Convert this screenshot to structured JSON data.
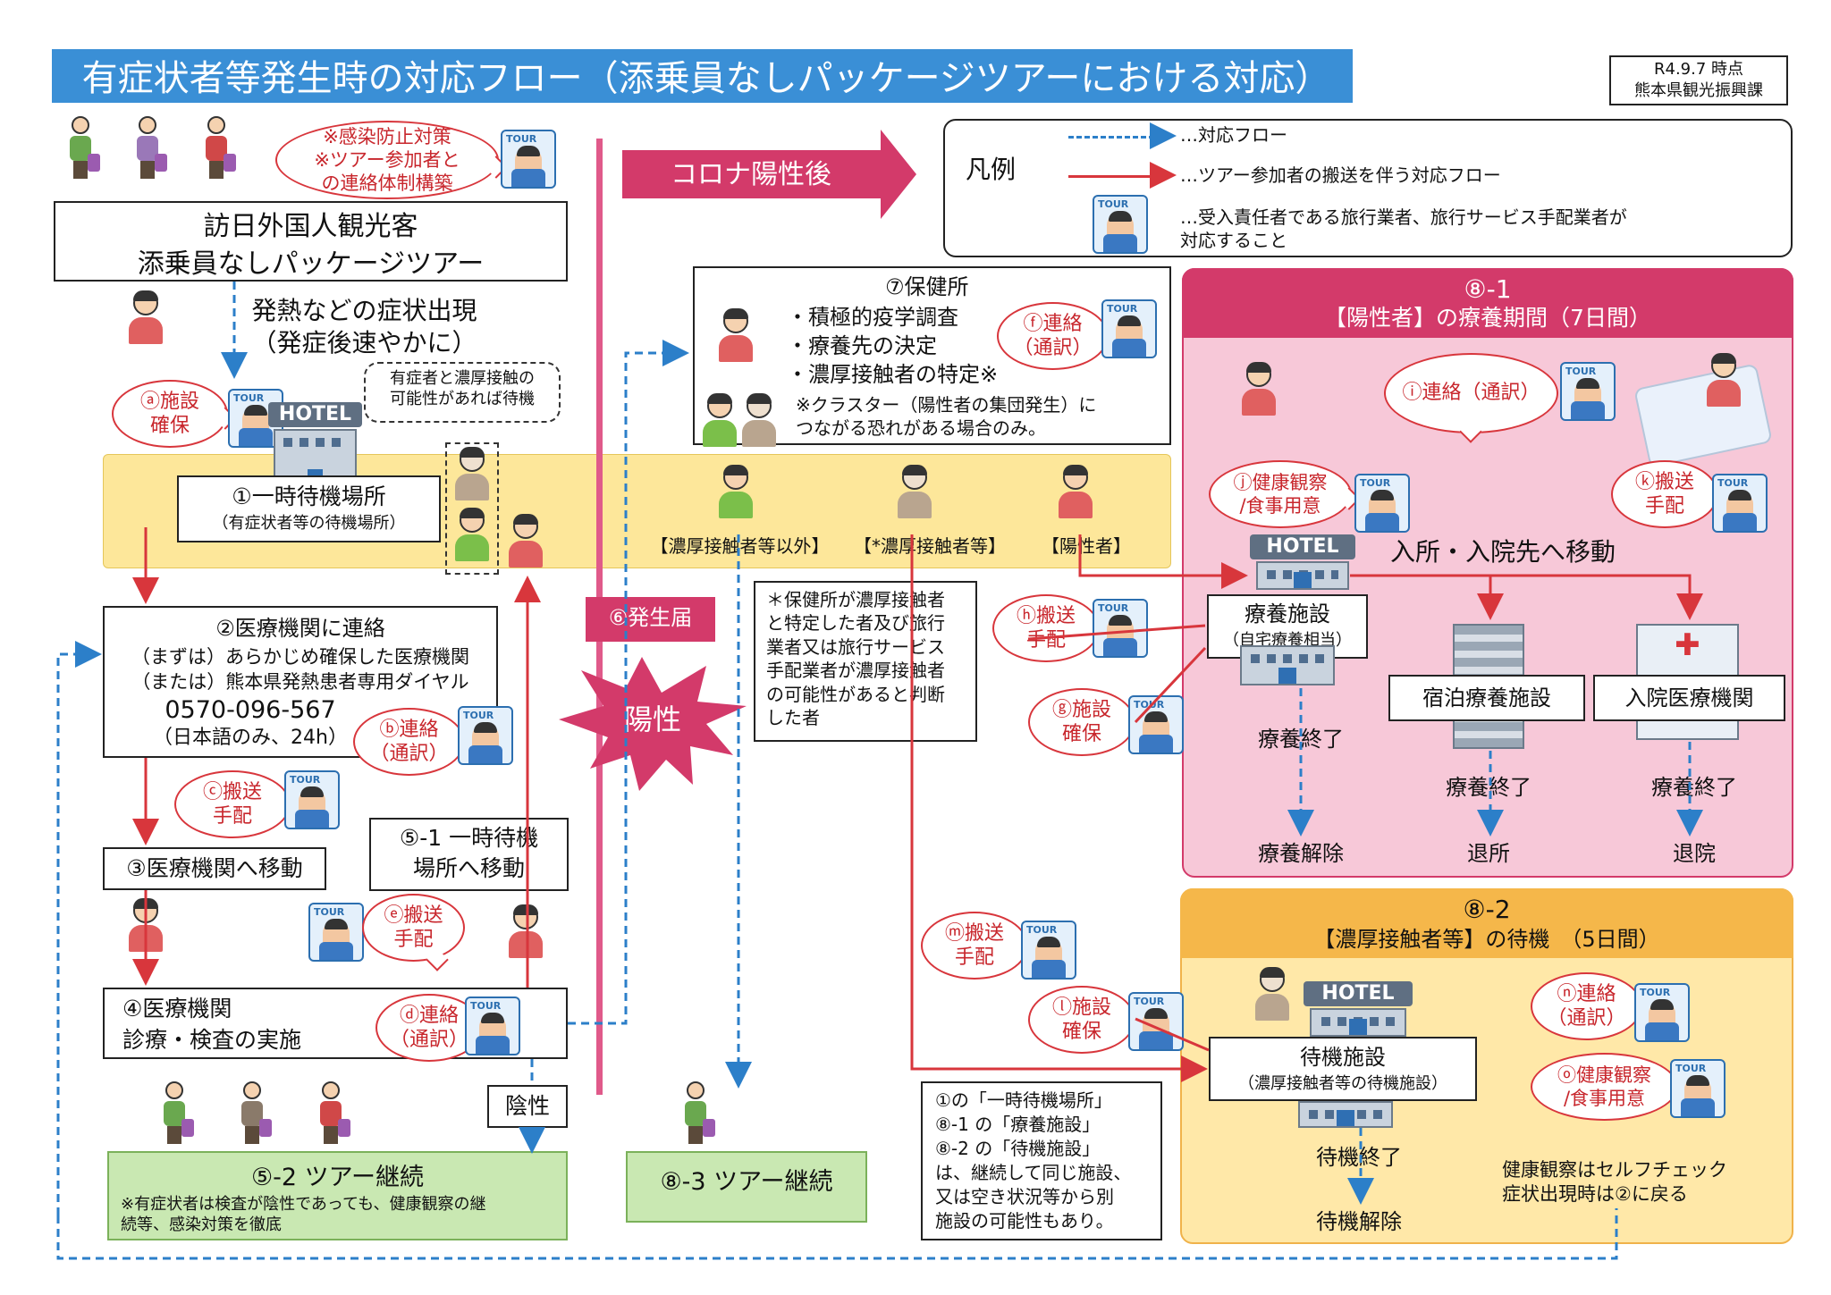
{
  "header": {
    "title": "有症状者等発生時の対応フロー（添乗員なしパッケージツアーにおける対応）",
    "date": "R4.9.7 時点",
    "dept": "熊本県観光振興課"
  },
  "colors": {
    "header_blue": "#3a8fd6",
    "pink": "#d33a6a",
    "yellow_band": "#fde79a",
    "pink_bg": "#f7c8d8",
    "orange_bg": "#ffe8a8",
    "green_bg": "#c9e8b2",
    "red": "#d8363c",
    "blue_dash": "#2c7fc9"
  },
  "top_bubble": "※感染防止対策\n※ツアー参加者と\nの連絡体制構築",
  "tourist_box": "訪日外国人観光客\n添乗員なしパッケージツアー",
  "symptom": "発熱などの症状出現\n（発症後速やかに）",
  "corona_arrow": "コロナ陽性後",
  "legend": {
    "title": "凡例",
    "blue": "…対応フロー",
    "red": "…ツアー参加者の搬送を伴う対応フロー",
    "tour": "…受入責任者である旅行業者、旅行サービス手配業者が\n対応すること"
  },
  "bubbles": {
    "a": "ⓐ施設\n確保",
    "b": "ⓑ連絡\n（通訳）",
    "c": "ⓒ搬送\n手配",
    "d": "ⓓ連絡\n（通訳）",
    "e": "ⓔ搬送\n手配",
    "f": "ⓕ連絡\n（通訳）",
    "g": "ⓖ施設\n確保",
    "h": "ⓗ搬送\n手配",
    "i": "ⓘ連絡（通訳）",
    "j": "ⓙ健康観察\n/食事用意",
    "k": "ⓚ搬送\n手配",
    "l": "ⓛ施設\n確保",
    "m": "ⓜ搬送\n手配",
    "n": "ⓝ連絡\n（通訳）",
    "o": "ⓞ健康観察\n/食事用意"
  },
  "contact_note": "有症者と濃厚接触の\n可能性があれば待機",
  "hotel_sign": "HOTEL",
  "step1": {
    "title": "①一時待機場所",
    "sub": "（有症状者等の待機場所）"
  },
  "step2": {
    "title": "②医療機関に連絡",
    "line1": "（まずは）あらかじめ確保した医療機関",
    "line2": "（または）熊本県発熱患者専用ダイヤル",
    "phone": "0570-096-567",
    "note": "（日本語のみ、24h）"
  },
  "step3": "③医療機関へ移動",
  "step4": "④医療機関\n診療・検査の実施",
  "step51": "⑤-1 一時待機\n場所へ移動",
  "negative": "陰性",
  "step52": {
    "title": "⑤-2 ツアー継続",
    "note": "※有症状者は検査が陰性であっても、健康観察の継\n続等、感染対策を徹底"
  },
  "step6": "⑥発生届",
  "positive": "陽性",
  "step7": {
    "title": "⑦保健所",
    "items": [
      "・積極的疫学調査",
      "・療養先の決定",
      "・濃厚接触者の特定※"
    ],
    "note": "※クラスター（陽性者の集団発生）に\nつながる恐れがある場合のみ。"
  },
  "categories": [
    "【濃厚接触者等以外】",
    "【*濃厚接触者等】",
    "【陽性者】"
  ],
  "asterisk_note": "＊保健所が濃厚接触者\nと特定した者及び旅行\n業者又は旅行サービス\n手配業者が濃厚接触者\nの可能性があると判断\nした者",
  "step83": "⑧-3 ツアー継続",
  "facility_note": "①の「一時待機場所」\n⑧-1 の「療養施設」\n⑧-2 の「待機施設」\nは、継続して同じ施設、\n又は空き状況等から別\n施設の可能性もあり。",
  "step81": {
    "num": "⑧-1",
    "title": "【陽性者】の療養期間（7日間）",
    "move": "入所・入院先へ移動",
    "facility": "療養施設",
    "facility_sub": "（自宅療養相当）",
    "hotel_facility": "宿泊療養施設",
    "hospital": "入院医療機関",
    "end": "療養終了",
    "release": "療養解除",
    "discharge1": "退所",
    "discharge2": "退院"
  },
  "step82": {
    "num": "⑧-2",
    "title": "【濃厚接触者等】の待機　（5日間）",
    "facility": "待機施設",
    "facility_sub": "（濃厚接触者等の待機施設）",
    "end": "待機終了",
    "release": "待機解除",
    "self_check": "健康観察はセルフチェック\n症状出現時は②に戻る"
  }
}
